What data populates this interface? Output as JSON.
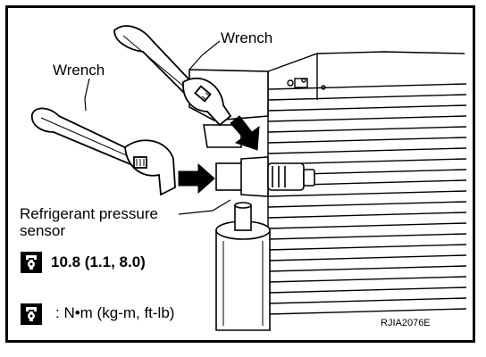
{
  "labels": {
    "wrench_top": "Wrench",
    "wrench_left": "Wrench",
    "sensor_line1": "Refrigerant pressure",
    "sensor_line2": "sensor",
    "torque_value": "10.8 (1.1, 8.0)",
    "unit_legend": ":  N•m  (kg-m,  ft-lb)",
    "reference_code": "RJIA2076E"
  },
  "icons": {
    "torque": "tightening-torque-icon",
    "arrows": "direction-arrow-icon"
  },
  "colors": {
    "ink": "#000000",
    "paper": "#ffffff"
  }
}
